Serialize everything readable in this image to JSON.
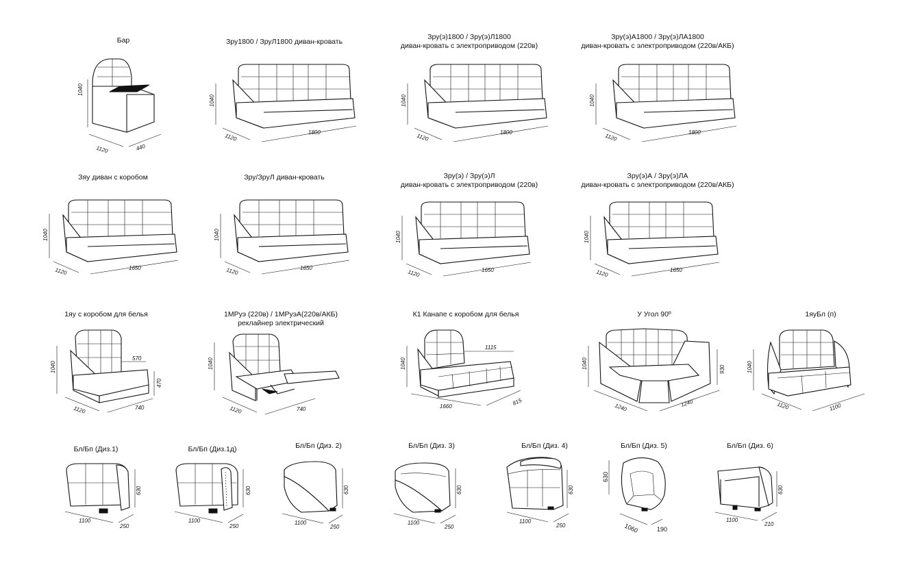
{
  "row1": {
    "bar": {
      "title": "Бар",
      "height": "1040",
      "depth": "1120",
      "width": "440"
    },
    "zru1800": {
      "title": "Зру1800 / ЗруЛ1800 диван-кровать",
      "height": "1040",
      "depth": "1120",
      "width": "1800"
    },
    "zrue1800": {
      "title_1": "Зру(э)1800 / Зру(э)Л1800",
      "title_2": "диван-кровать с электроприводом (220в)",
      "height": "1040",
      "depth": "1120",
      "width": "1800"
    },
    "zrueA1800": {
      "title_1": "Зру(э)А1800 / Зру(э)ЛА1800",
      "title_2": "диван-кровать с электроприводом (220в/АКБ)",
      "height": "1040",
      "depth": "1120",
      "width": "1800"
    }
  },
  "row2": {
    "zyu": {
      "title": "Зяу диван с коробом",
      "height": "1040",
      "depth": "1120",
      "width": "1650"
    },
    "zru": {
      "title": "Зру/ЗруЛ диван-кровать",
      "height": "1040",
      "depth": "1120",
      "width": "1650"
    },
    "zrue": {
      "title_1": "Зру(э) / Зру(э)Л",
      "title_2": "диван-кровать с электроприводом (220в)",
      "height": "1040",
      "depth": "1120",
      "width": "1650"
    },
    "zrueA": {
      "title_1": "Зру(э)А / Зру(э)ЛА",
      "title_2": "диван-кровать с электроприводом (220в/АКБ)",
      "height": "1040",
      "depth": "1120",
      "width": "1650"
    }
  },
  "row3": {
    "yu1": {
      "title": "1яу с коробом для белья",
      "height": "1040",
      "depth": "1120",
      "width": "740",
      "seat_depth": "570",
      "seat_height": "470"
    },
    "mru": {
      "title_1": "1МРуэ (220в) / 1МРуэА(220в/АКБ)",
      "title_2": "реклайнер электрический",
      "height": "1040",
      "depth": "1120",
      "width": "740"
    },
    "k1": {
      "title": "К1 Канапе с коробом для белья",
      "height": "1040",
      "length": "1660",
      "width": "815",
      "seat": "1115"
    },
    "corner": {
      "title": "У Угол 90º",
      "height": "1040",
      "left": "1240",
      "right": "1240",
      "seat_height": "930"
    },
    "yubl": {
      "title": "1яуБл (п)",
      "height": "1040",
      "depth": "1120",
      "width": "1100"
    }
  },
  "row4": {
    "d1": {
      "title": "Бл/Бп (Диз.1)",
      "height": "630",
      "width": "1100",
      "depth": "250"
    },
    "d1d": {
      "title": "Бл/Бп (Диз.1д)",
      "height": "630",
      "width": "1100",
      "depth": "250"
    },
    "d2": {
      "title": "Бл/Бп (Диз. 2)",
      "height": "630",
      "width": "1100",
      "depth": "250"
    },
    "d3": {
      "title": "Бл/Бп (Диз. 3)",
      "height": "630",
      "width": "1100",
      "depth": "250"
    },
    "d4": {
      "title": "Бл/Бп (Диз. 4)",
      "height": "630",
      "width": "1100",
      "depth": "250"
    },
    "d5": {
      "title": "Бл/Бп (Диз. 5)",
      "height": "630",
      "width": "1060",
      "depth": "190"
    },
    "d6": {
      "title": "Бл/Бп (Диз. 6)",
      "height": "630",
      "width": "1100",
      "depth": "210"
    }
  }
}
